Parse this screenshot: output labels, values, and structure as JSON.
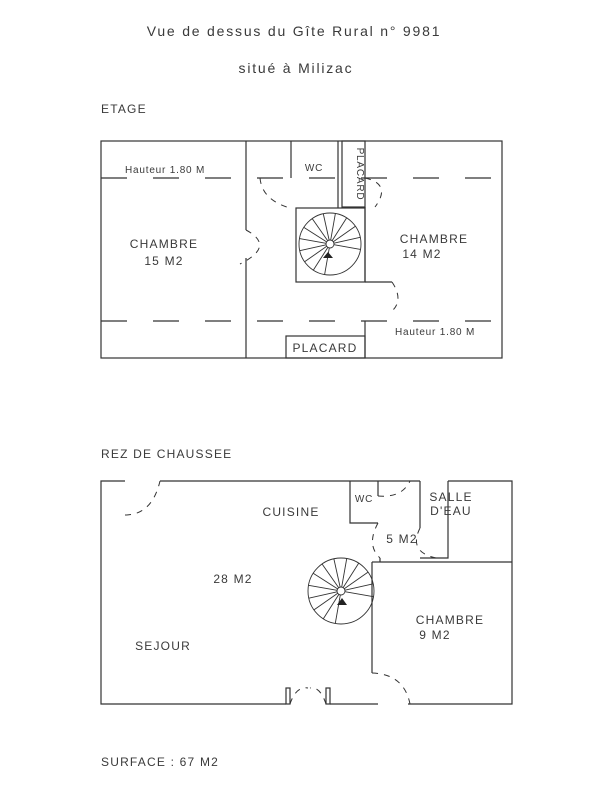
{
  "header": {
    "title": "Vue de dessus du Gîte Rural n° 9981",
    "subtitle": "situé à Milizac"
  },
  "etage": {
    "label": "ETAGE",
    "hauteur_left": "Hauteur 1.80 M",
    "hauteur_right": "Hauteur 1.80 M",
    "wc": "WC",
    "placard_vertical": "PLACARD",
    "placard_bottom": "PLACARD",
    "chambre_left_name": "CHAMBRE",
    "chambre_left_area": "15 M2",
    "chambre_right_name": "CHAMBRE",
    "chambre_right_area": "14 M2"
  },
  "rdc": {
    "label": "REZ DE CHAUSSEE",
    "cuisine": "CUISINE",
    "wc": "WC",
    "salle_line1": "SALLE",
    "salle_line2": "D'EAU",
    "salle_area": "5 M2",
    "sejour_area": "28 M2",
    "sejour": "SEJOUR",
    "chambre_name": "CHAMBRE",
    "chambre_area": "9 M2"
  },
  "footer": {
    "surface": "SURFACE : 67 M2"
  }
}
